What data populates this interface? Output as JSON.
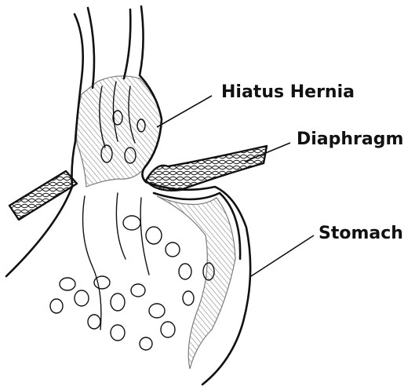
{
  "labels": {
    "hiatus_hernia": "Hiatus Hernia",
    "diaphragm": "Diaphragm",
    "stomach": "Stomach"
  },
  "colors": {
    "ink": "#111111",
    "background": "#ffffff"
  }
}
